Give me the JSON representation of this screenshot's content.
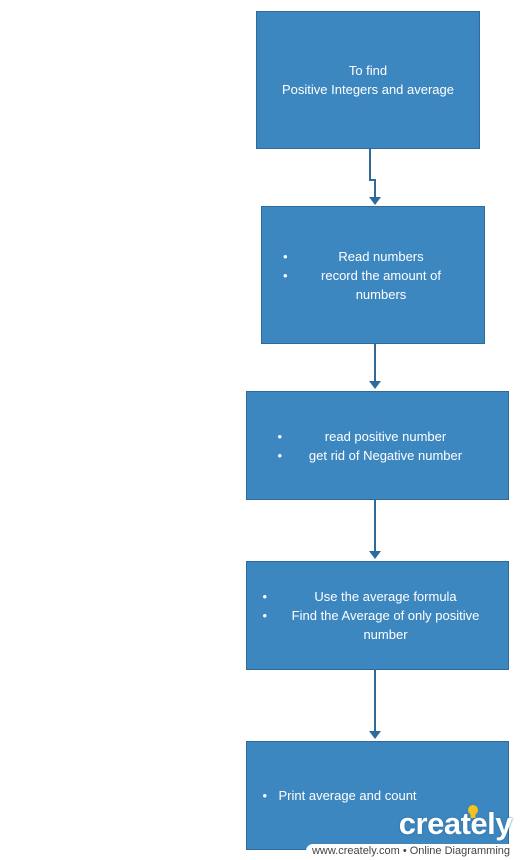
{
  "boxes": [
    {
      "id": "start",
      "lines": [
        "To find",
        "Positive Integers and average"
      ]
    },
    {
      "id": "read",
      "bullets": [
        "Read numbers",
        "record the amount of numbers"
      ]
    },
    {
      "id": "filter",
      "bullets": [
        "read positive number",
        "get rid of Negative number"
      ]
    },
    {
      "id": "average",
      "bullets": [
        "Use the average formula",
        "Find the Average of only positive number"
      ]
    },
    {
      "id": "print",
      "bullets": [
        "Print average and count"
      ]
    }
  ],
  "bullet_symbol": "•",
  "colors": {
    "box_fill": "#3d87c0",
    "box_border": "#2e6b9b",
    "connector": "#2e6b9b",
    "text": "#ffffff"
  },
  "watermark": {
    "logo": "creately",
    "tagline": "www.creately.com • Online Diagramming"
  }
}
